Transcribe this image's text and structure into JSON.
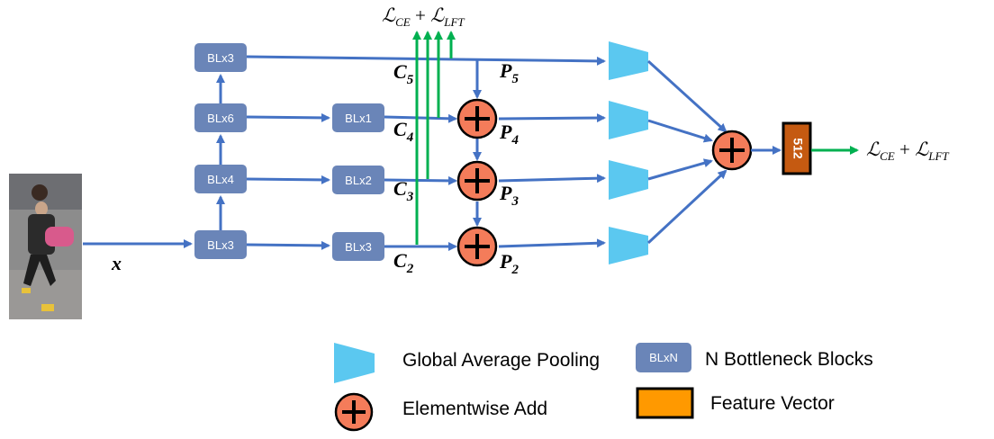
{
  "blocks": {
    "bu_top": "BLx3",
    "bu_mid": "BLx6",
    "bu_low": "BLx4",
    "bu_bottom": "BLx3",
    "td_4": "BLx1",
    "td_3": "BLx2",
    "td_2": "BLx3"
  },
  "labels": {
    "x": "x",
    "c5": "C",
    "c5_sub": "5",
    "c4": "C",
    "c4_sub": "4",
    "c3": "C",
    "c3_sub": "3",
    "c2": "C",
    "c2_sub": "2",
    "p5": "P",
    "p5_sub": "5",
    "p4": "P",
    "p4_sub": "4",
    "p3": "P",
    "p3_sub": "3",
    "p2": "P",
    "p2_sub": "2"
  },
  "losses": {
    "top_ce": "ℒ",
    "top_ce_sub": "CE",
    "top_plus": " + ",
    "top_lft": "ℒ",
    "top_lft_sub": "LFT",
    "right_ce": "ℒ",
    "right_ce_sub": "CE",
    "right_plus": " + ",
    "right_lft": "ℒ",
    "right_lft_sub": "LFT"
  },
  "feature_vector": {
    "dim": "512",
    "color": "#c55a11"
  },
  "legend": {
    "gap_label": "Global Average Pooling",
    "block_sample": "BLxN",
    "block_label": "N Bottleneck Blocks",
    "add_label": "Elementwise Add",
    "feature_label": "Feature Vector",
    "feature_color": "#ff9900"
  },
  "colors": {
    "block": "#6a85b8",
    "arrow": "#4472c4",
    "loss_arrow": "#00b050",
    "gap": "#5bc8f0",
    "add": "#f47c5a"
  }
}
